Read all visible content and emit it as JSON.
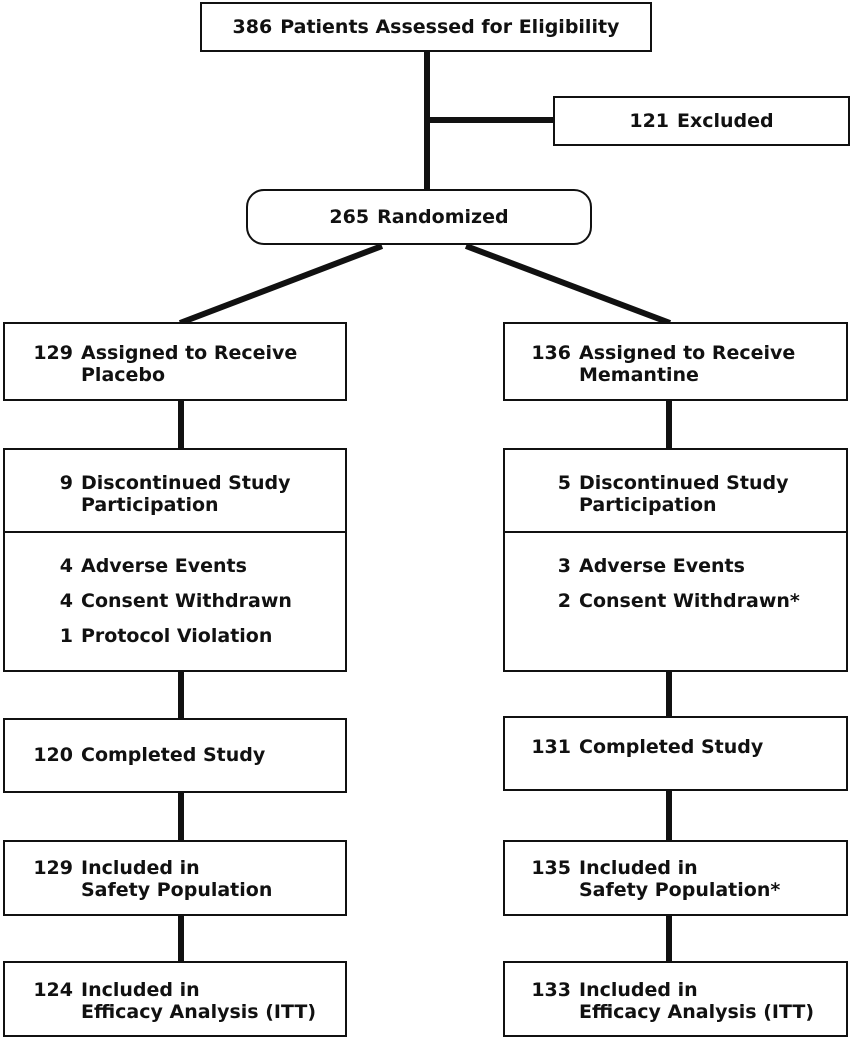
{
  "top": {
    "count": "386",
    "label": "Patients Assessed for Eligibility"
  },
  "excluded": {
    "count": "121",
    "label": "Excluded"
  },
  "randomized": {
    "count": "265",
    "label": "Randomized"
  },
  "placebo": {
    "assigned": {
      "count": "129",
      "line1": "Assigned to Receive",
      "line2": "Placebo"
    },
    "discontinued": {
      "count": "9",
      "line1": "Discontinued Study",
      "line2": "Participation"
    },
    "reasons": [
      {
        "count": "4",
        "label": "Adverse Events"
      },
      {
        "count": "4",
        "label": "Consent Withdrawn"
      },
      {
        "count": "1",
        "label": "Protocol Violation"
      }
    ],
    "completed": {
      "count": "120",
      "label": "Completed Study"
    },
    "safety": {
      "count": "129",
      "line1": "Included in",
      "line2": "Safety Population"
    },
    "efficacy": {
      "count": "124",
      "line1": "Included in",
      "line2": "Efficacy Analysis (ITT)"
    }
  },
  "memantine": {
    "assigned": {
      "count": "136",
      "line1": "Assigned to Receive",
      "line2": "Memantine"
    },
    "discontinued": {
      "count": "5",
      "line1": "Discontinued Study",
      "line2": "Participation"
    },
    "reasons": [
      {
        "count": "3",
        "label": "Adverse Events"
      },
      {
        "count": "2",
        "label": "Consent Withdrawn*"
      }
    ],
    "completed": {
      "count": "131",
      "label": "Completed Study"
    },
    "safety": {
      "count": "135",
      "line1": "Included in",
      "line2": "Safety Population*"
    },
    "efficacy": {
      "count": "133",
      "line1": "Included in",
      "line2": "Efficacy Analysis (ITT)"
    }
  }
}
